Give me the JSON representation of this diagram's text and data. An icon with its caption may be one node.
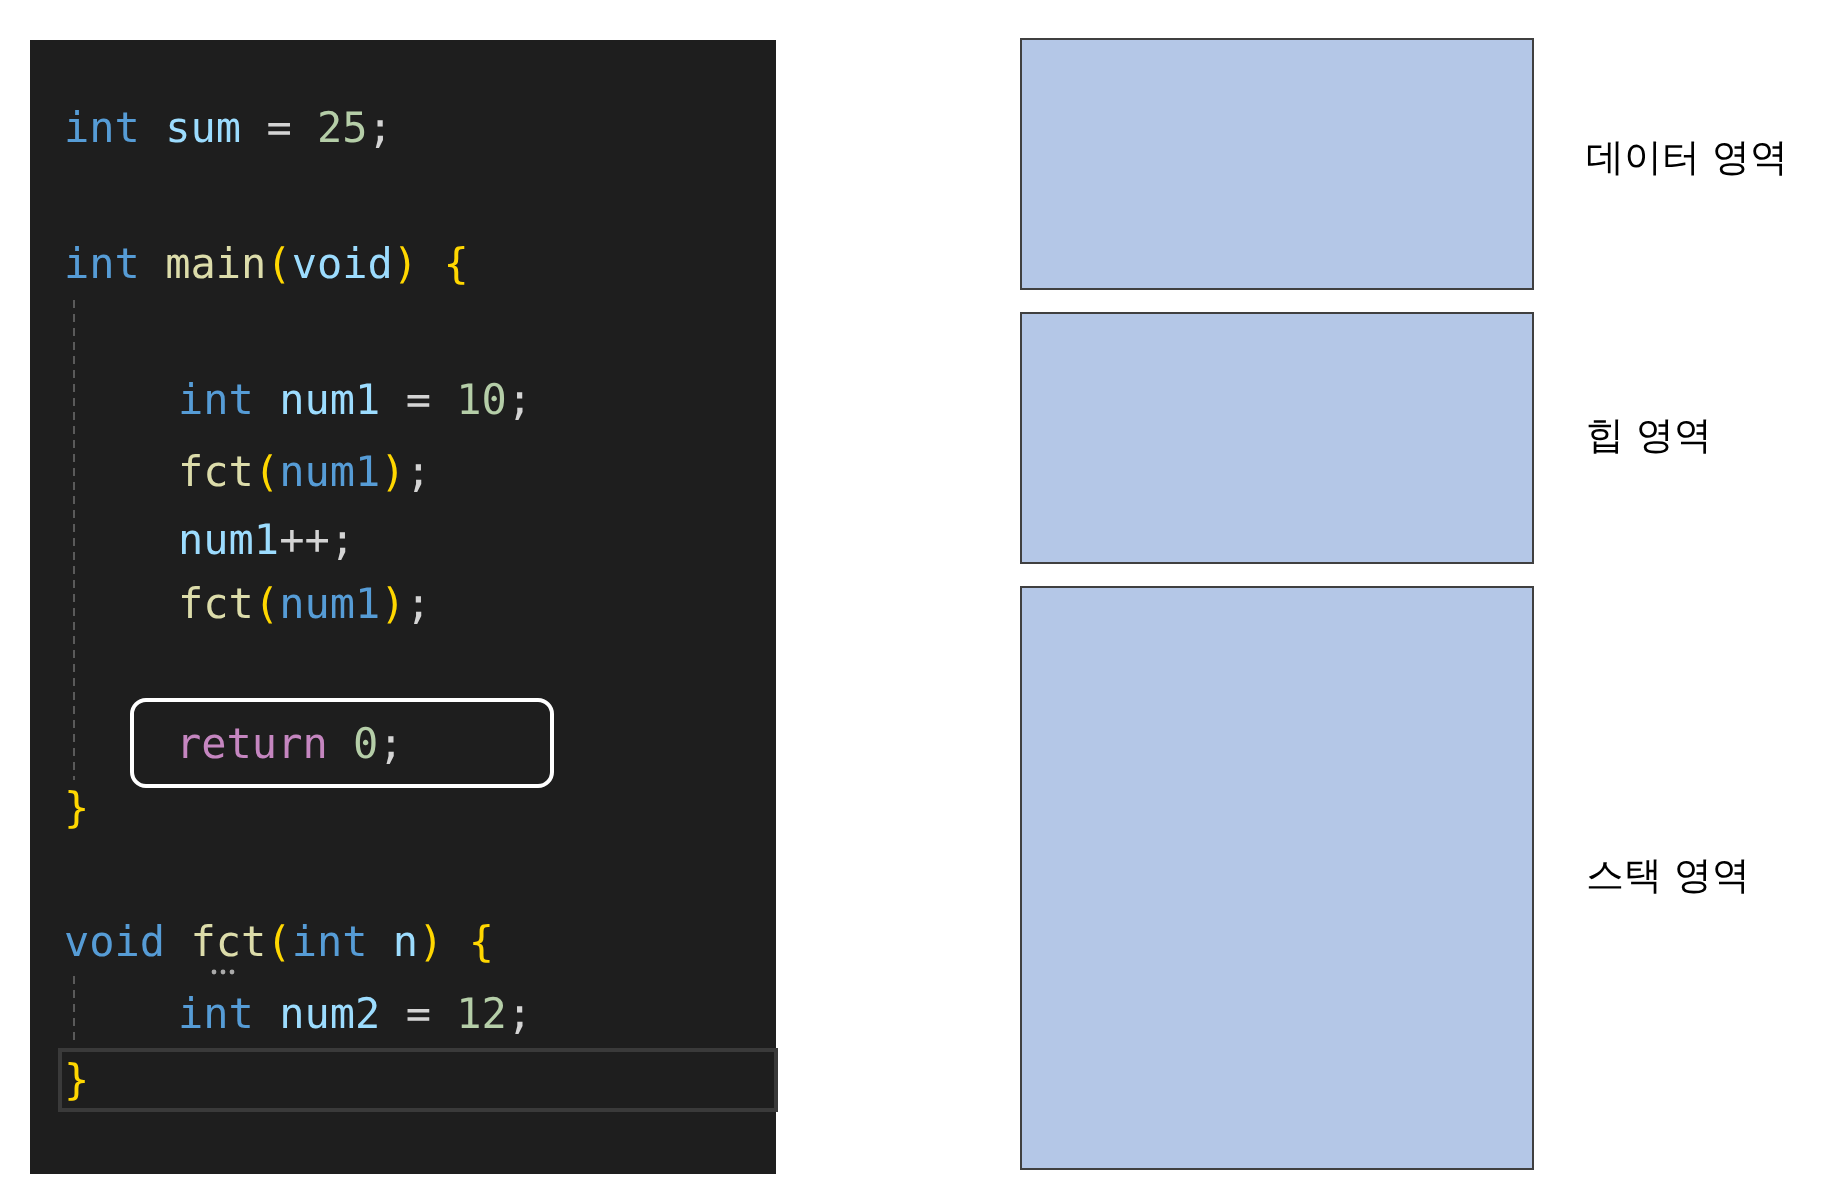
{
  "diagram": {
    "nodes": [
      {
        "text": [
          "return 0;"
        ]
      },
      {
        "text": [],
        "shape": "box",
        "beside": [
          "데이터 영역"
        ]
      },
      {
        "text": [],
        "shape": "box",
        "beside": [
          "힙 영역"
        ]
      },
      {
        "text": [],
        "shape": "box",
        "beside": [
          "스택 영역"
        ]
      }
    ],
    "labels": [
      "int sum = 25;",
      "int main(void) {",
      "int num1 = 10;",
      "fct(num1);",
      "num1++;",
      "fct(num1);",
      "}",
      "void fct(int n) {",
      "int num2 = 12;",
      "}"
    ]
  }
}
